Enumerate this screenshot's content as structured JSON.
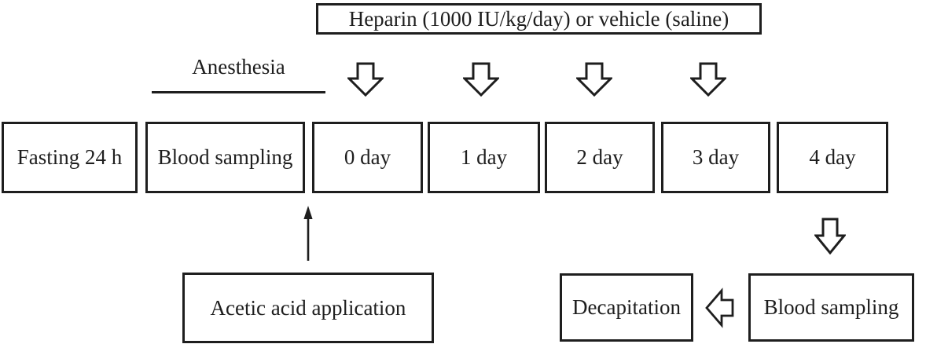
{
  "colors": {
    "ink": "#1e1e1e",
    "background": "#ffffff"
  },
  "header": {
    "treatment_label": "Heparin (1000 IU/kg/day) or vehicle (saline)"
  },
  "anesthesia": {
    "label": "Anesthesia"
  },
  "timeline": {
    "boxes": [
      {
        "label": "Fasting 24 h"
      },
      {
        "label": "Blood sampling"
      },
      {
        "label": "0 day"
      },
      {
        "label": "1 day"
      },
      {
        "label": "2 day"
      },
      {
        "label": "3 day"
      },
      {
        "label": "4 day"
      }
    ]
  },
  "bottom": {
    "acetic_label": "Acetic acid application",
    "decapitation_label": "Decapitation",
    "blood_sampling_label": "Blood sampling"
  },
  "icons": {
    "injection_arrows": "down-block-arrow-icon",
    "day4_sampling_arrow": "down-block-arrow-icon",
    "acetic_pointer": "up-arrow-icon",
    "decapitation_pointer": "left-block-arrow-icon"
  }
}
